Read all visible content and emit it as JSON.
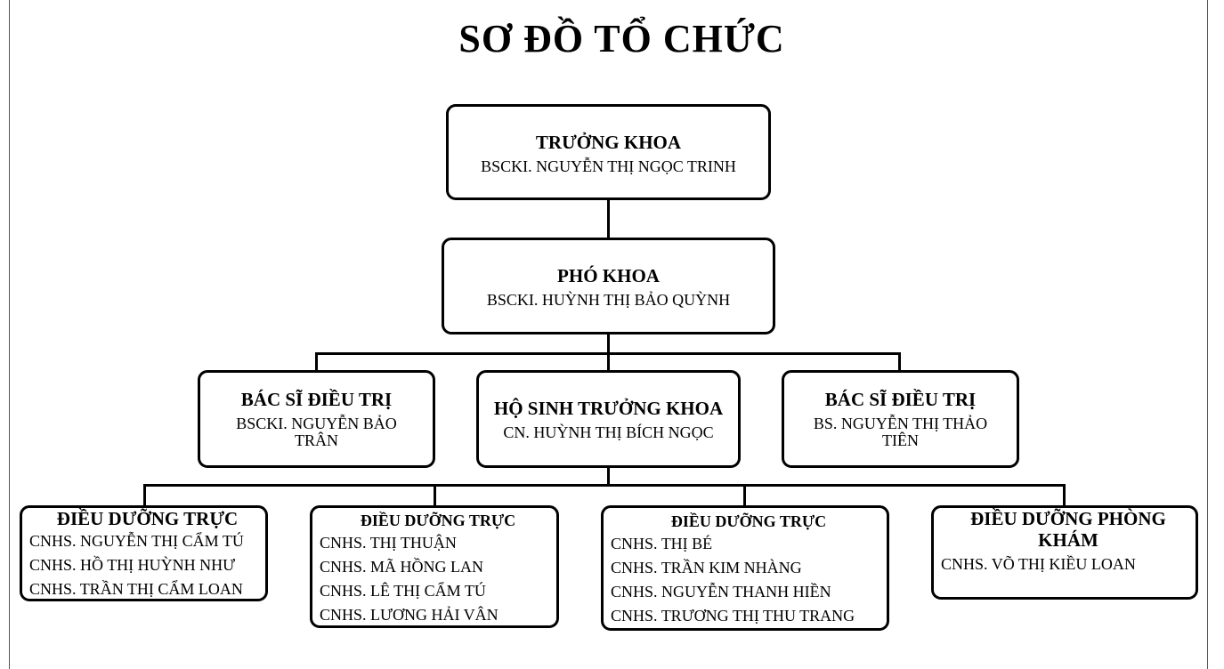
{
  "title": "SƠ ĐỒ TỔ CHỨC",
  "head": {
    "role": "TRƯỞNG KHOA",
    "name": "BSCKI. NGUYỄN THỊ NGỌC TRINH"
  },
  "deputy": {
    "role": "PHÓ KHOA",
    "name": "BSCKI. HUỲNH THỊ BẢO QUỲNH"
  },
  "level3": [
    {
      "role": "BÁC SĨ ĐIỀU TRỊ",
      "name": "BSCKI. NGUYỄN BẢO TRÂN"
    },
    {
      "role": "HỘ SINH TRƯỞNG KHOA",
      "name": "CN. HUỲNH THỊ BÍCH NGỌC"
    },
    {
      "role": "BÁC SĨ ĐIỀU TRỊ",
      "name": "BS. NGUYỄN THỊ THẢO TIÊN"
    }
  ],
  "level4": [
    {
      "role": "ĐIỀU DƯỠNG TRỰC",
      "members": [
        "CNHS. NGUYỄN THỊ CẨM TÚ",
        "CNHS. HỒ THỊ HUỲNH NHƯ",
        "CNHS. TRẦN THỊ CẨM LOAN"
      ]
    },
    {
      "role": "ĐIỀU DƯỠNG TRỰC",
      "members": [
        "CNHS. THỊ THUẬN",
        "CNHS. MÃ HỒNG LAN",
        "CNHS. LÊ THỊ CẨM TÚ",
        "CNHS. LƯƠNG HẢI VÂN"
      ]
    },
    {
      "role": "ĐIỀU DƯỠNG TRỰC",
      "members": [
        "CNHS. THỊ BÉ",
        "CNHS. TRẦN KIM NHÀNG",
        "CNHS. NGUYỄN THANH HIỀN",
        "CNHS. TRƯƠNG THỊ THU TRANG"
      ]
    },
    {
      "role": "ĐIỀU DƯỠNG PHÒNG KHÁM",
      "members": [
        "CNHS. VÕ THỊ KIỀU LOAN"
      ]
    }
  ]
}
